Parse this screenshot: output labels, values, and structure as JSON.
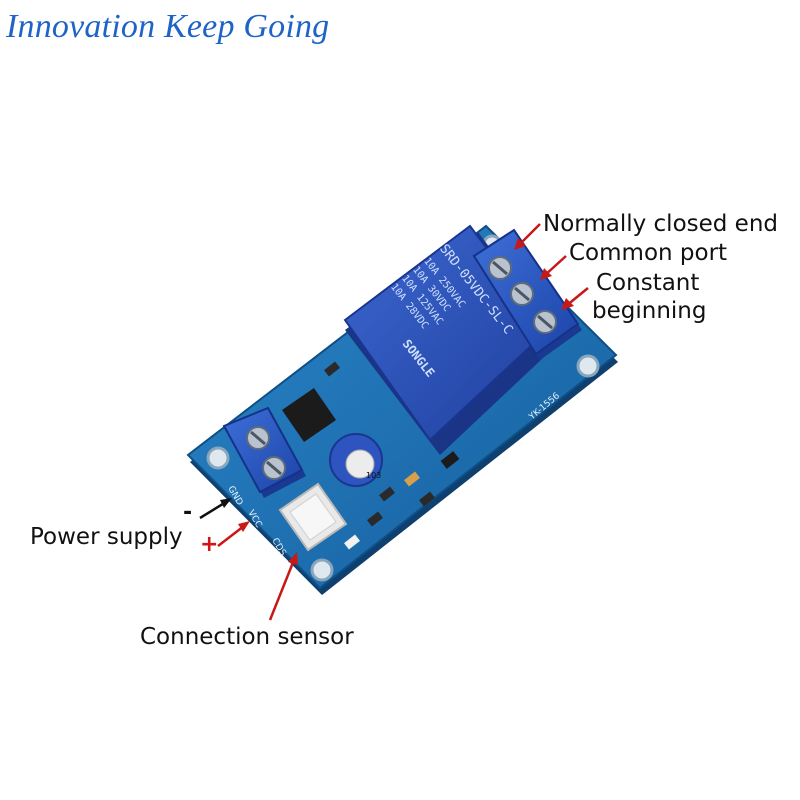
{
  "watermark": "Innovation Keep Going",
  "labels": {
    "normally_closed": "Normally closed end",
    "common_port": "Common port",
    "constant_line1": "Constant",
    "constant_line2": "beginning",
    "power_supply": "Power supply",
    "connection_sensor": "Connection sensor",
    "minus": "-",
    "plus": "+"
  },
  "board": {
    "relay_brand": "SONGLE",
    "relay_model": "SRD-05VDC-SL-C",
    "relay_rating1": "10A 250VAC",
    "relay_rating2": "10A 30VDC",
    "relay_rating3": "10A 125VAC",
    "relay_rating4": "10A 28VDC",
    "pcb_code": "YK-1556",
    "pin_gnd": "GND",
    "pin_vcc": "VCC",
    "pin_cds": "CDS",
    "pot_label": "103"
  },
  "colors": {
    "pcb": "#1d6fb4",
    "relay": "#2a4fb8",
    "arrow_red": "#c81818",
    "arrow_black": "#111111",
    "watermark": "#1e63c8"
  }
}
